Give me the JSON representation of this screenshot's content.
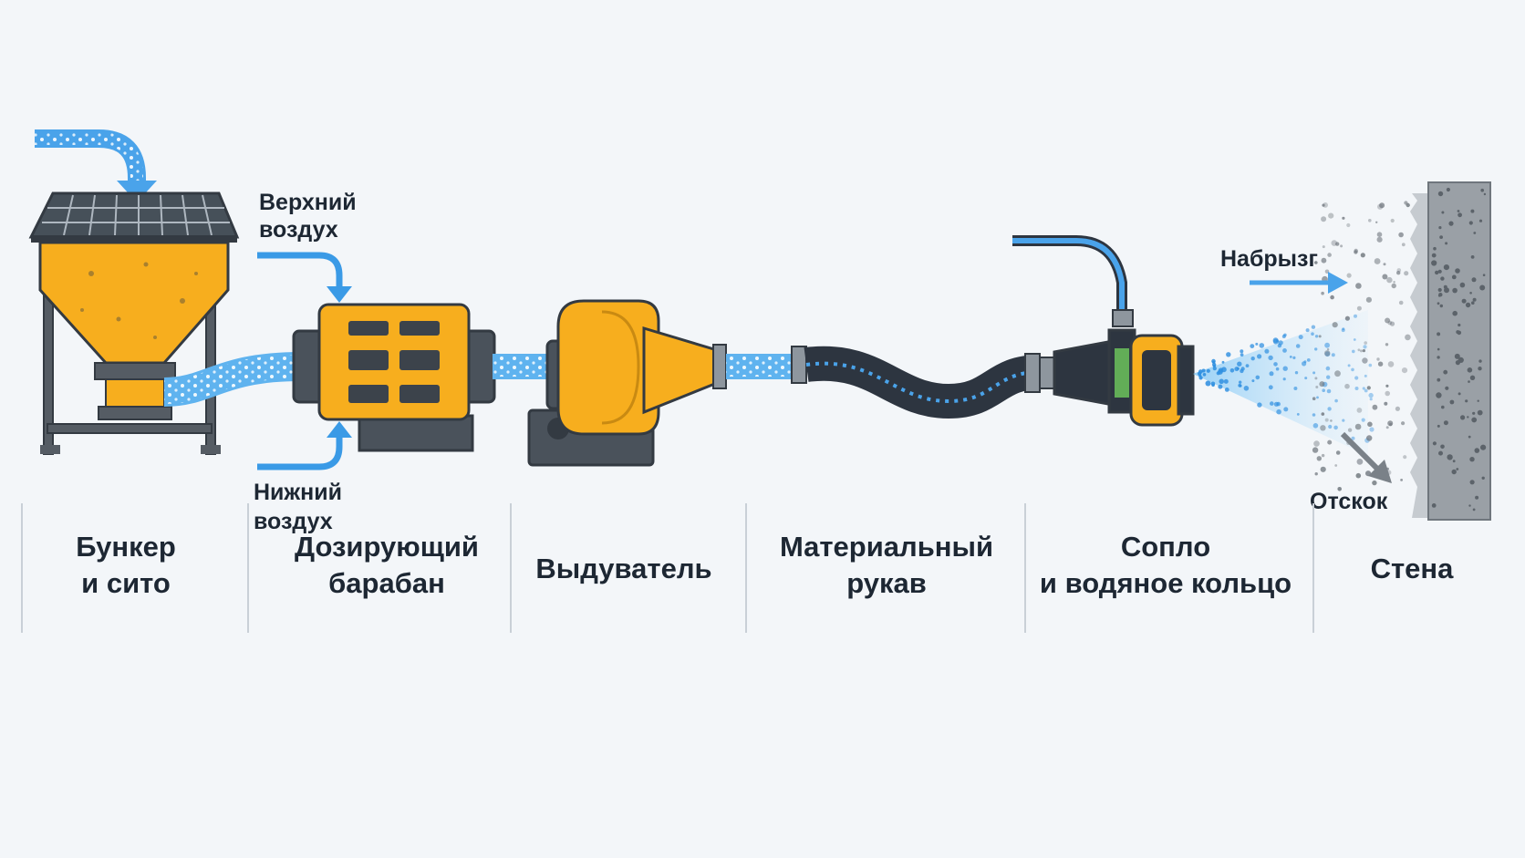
{
  "labels": {
    "top_air": [
      "Верхний",
      "воздух"
    ],
    "bottom_air": [
      "Нижний",
      "воздух"
    ],
    "spray": "Набрызг",
    "rebound": "Отскок"
  },
  "stages": [
    {
      "lines": [
        "Бункер",
        "и сито"
      ]
    },
    {
      "lines": [
        "Дозирующий",
        "барабан"
      ]
    },
    {
      "lines": [
        "Выдуватель"
      ]
    },
    {
      "lines": [
        "Материальный",
        "рукав"
      ]
    },
    {
      "lines": [
        "Сопло",
        "и водяное кольцо"
      ]
    },
    {
      "lines": [
        "Стена"
      ]
    }
  ],
  "colors": {
    "yellow": "#f7ae1e",
    "outline": "#333a42",
    "air_blue": "#3a9ae6",
    "pipe_blue": "#5fb3ef",
    "hose": "#2d3540",
    "wall": "#9aa0a6"
  }
}
